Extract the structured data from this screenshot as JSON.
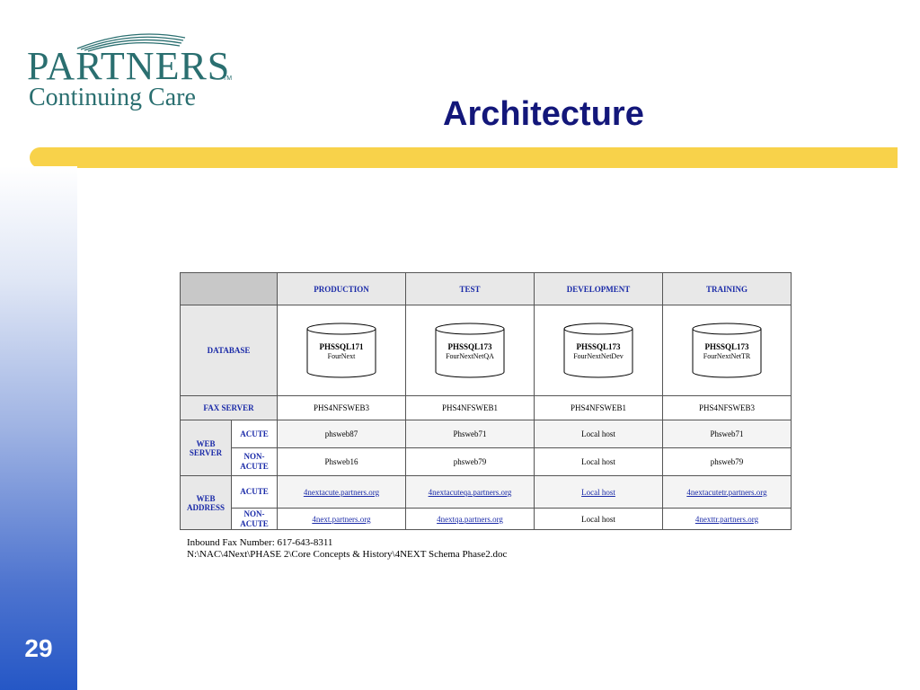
{
  "logo": {
    "line1": "PARTNERS",
    "tm": "TM",
    "line2": "Continuing Care"
  },
  "title": "Architecture",
  "page_number": "29",
  "table": {
    "columns": [
      "PRODUCTION",
      "TEST",
      "DEVELOPMENT",
      "TRAINING"
    ],
    "database": {
      "label": "DATABASE",
      "items": [
        {
          "name": "PHSSQL171",
          "sub": "FourNext"
        },
        {
          "name": "PHSSQL173",
          "sub": "FourNextNetQA"
        },
        {
          "name": "PHSSQL173",
          "sub": "FourNextNetDev"
        },
        {
          "name": "PHSSQL173",
          "sub": "FourNextNetTR"
        }
      ]
    },
    "fax": {
      "label": "FAX SERVER",
      "values": [
        "PHS4NFSWEB3",
        "PHS4NFSWEB1",
        "PHS4NFSWEB1",
        "PHS4NFSWEB3"
      ]
    },
    "web_server": {
      "label": "WEB SERVER",
      "acute_label": "ACUTE",
      "nonacute_label": "NON-ACUTE",
      "acute": [
        "phsweb87",
        "Phsweb71",
        "Local host",
        "Phsweb71"
      ],
      "nonacute": [
        "Phsweb16",
        "phsweb79",
        "Local host",
        "phsweb79"
      ]
    },
    "web_address": {
      "label": "WEB ADDRESS",
      "acute_label": "ACUTE",
      "nonacute_label": "NON-ACUTE",
      "acute": [
        "4nextacute.partners.org",
        "4nextacuteqa.partners.org",
        "Local host",
        "4nextacutetr.partners.org"
      ],
      "nonacute": [
        "4next.partners.org",
        "4nextqa.partners.org",
        "Local host",
        "4nexttr.partners.org"
      ]
    }
  },
  "notes": {
    "line1": "Inbound Fax Number: 617-643-8311",
    "line2": "N:\\NAC\\4Next\\PHASE 2\\Core Concepts & History\\4NEXT Schema Phase2.doc"
  },
  "colors": {
    "title": "#13177a",
    "accent_bar": "#f8d24a",
    "logo": "#2a6f70",
    "table_text": "#1a2aa8"
  }
}
